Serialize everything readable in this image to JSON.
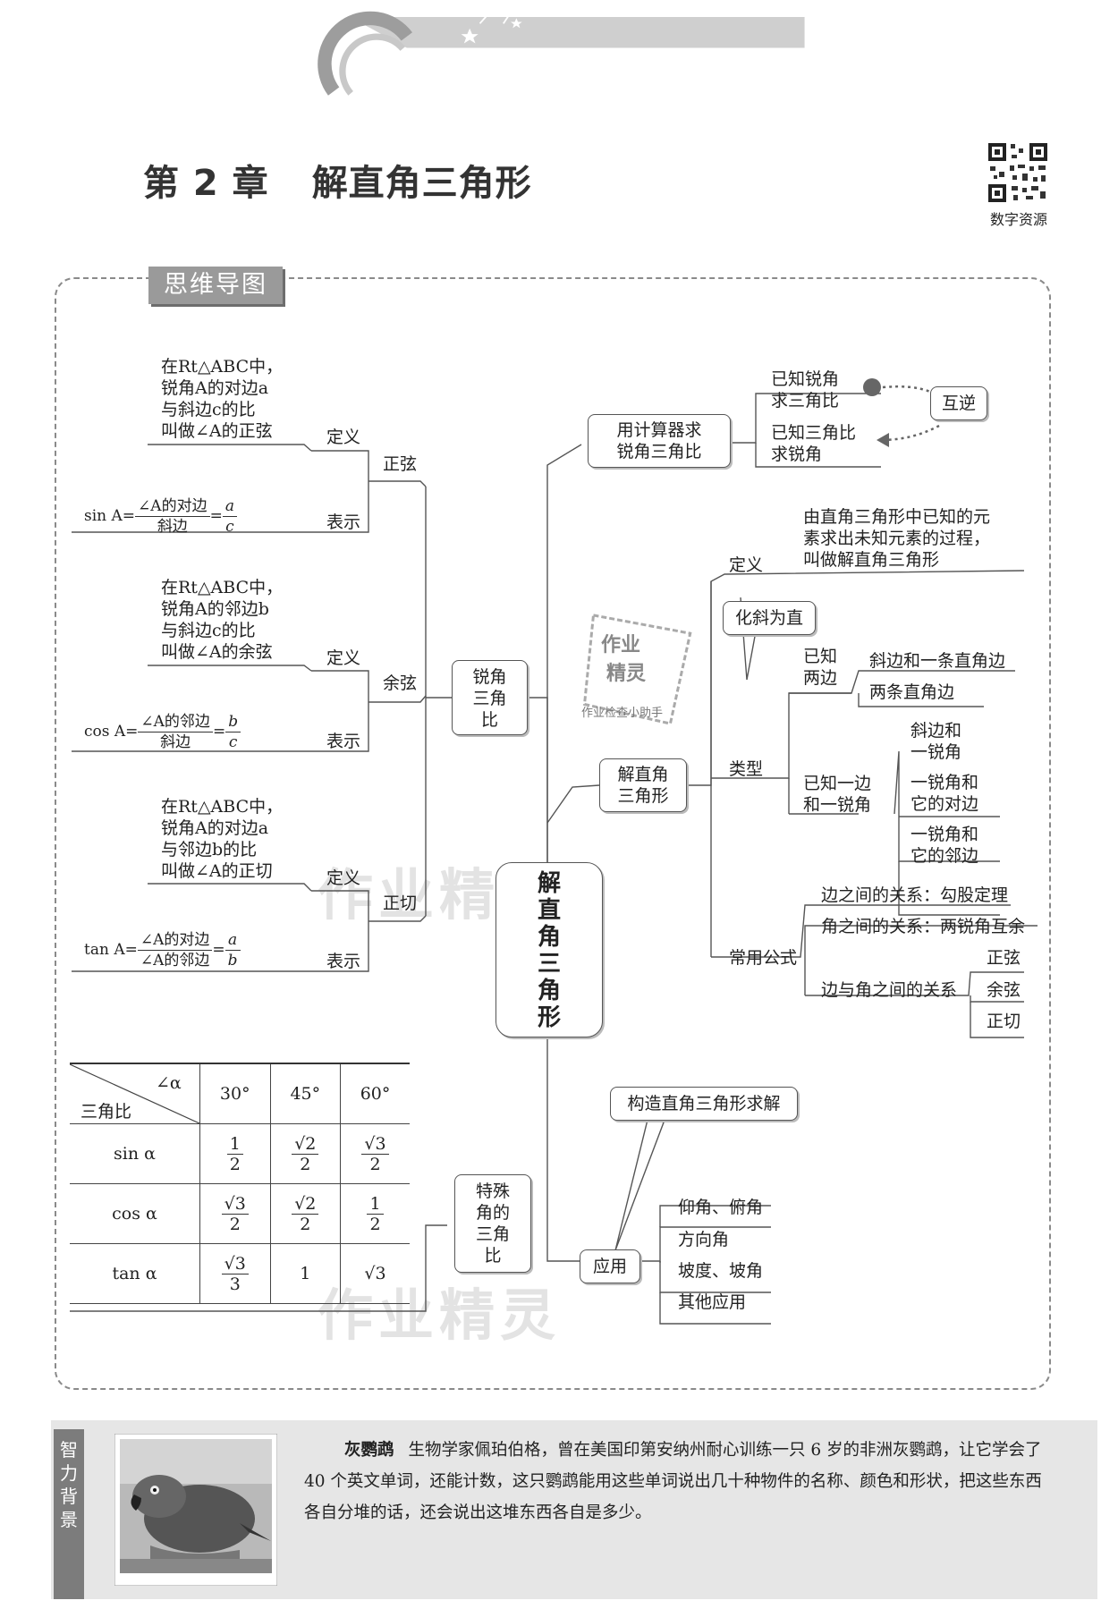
{
  "header": {
    "chapter_no": "第 2 章",
    "chapter_title": "解直角三角形",
    "qr_caption": "数字资源"
  },
  "mindmap": {
    "tab_label": "思维导图",
    "center": [
      "解",
      "直",
      "角",
      "三",
      "角",
      "形"
    ],
    "left": {
      "branch_label": [
        "锐角",
        "三角",
        "比"
      ],
      "sine": {
        "label": "正弦",
        "definition_tag": "定义",
        "definition": [
          "在Rt△ABC中，",
          "锐角A的对边a",
          "与斜边c的比",
          "叫做∠A的正弦"
        ],
        "notation_tag": "表示",
        "formula_lhs": "sin A=",
        "formula_num": "∠A的对边",
        "formula_den": "斜边",
        "formula_eq": "=",
        "formula_rnum": "a",
        "formula_rden": "c"
      },
      "cosine": {
        "label": "余弦",
        "definition_tag": "定义",
        "definition": [
          "在Rt△ABC中，",
          "锐角A的邻边b",
          "与斜边c的比",
          "叫做∠A的余弦"
        ],
        "notation_tag": "表示",
        "formula_lhs": "cos A=",
        "formula_num": "∠A的邻边",
        "formula_den": "斜边",
        "formula_eq": "=",
        "formula_rnum": "b",
        "formula_rden": "c"
      },
      "tangent": {
        "label": "正切",
        "definition_tag": "定义",
        "definition": [
          "在Rt△ABC中，",
          "锐角A的对边a",
          "与邻边b的比",
          "叫做∠A的正切"
        ],
        "notation_tag": "表示",
        "formula_lhs": "tan A=",
        "formula_num": "∠A的对边",
        "formula_den": "∠A的邻边",
        "formula_eq": "=",
        "formula_rnum": "a",
        "formula_rden": "b"
      },
      "special": {
        "label": [
          "特殊",
          "角的",
          "三角",
          "比"
        ],
        "table": {
          "corner_top": "∠α",
          "corner_bottom": "三角比",
          "headers": [
            "30°",
            "45°",
            "60°"
          ],
          "rows": [
            {
              "name": "sin α",
              "cells": [
                [
                  "1",
                  "2"
                ],
                [
                  "√2",
                  "2"
                ],
                [
                  "√3",
                  "2"
                ]
              ]
            },
            {
              "name": "cos α",
              "cells": [
                [
                  "√3",
                  "2"
                ],
                [
                  "√2",
                  "2"
                ],
                [
                  "1",
                  "2"
                ]
              ]
            },
            {
              "name": "tan α",
              "cells": [
                [
                  "√3",
                  "3"
                ],
                [
                  "1",
                  ""
                ],
                [
                  "√3",
                  ""
                ]
              ]
            }
          ]
        }
      }
    },
    "right": {
      "calculator": {
        "label": [
          "用计算器求",
          "锐角三角比"
        ],
        "item1": [
          "已知锐角",
          "求三角比"
        ],
        "item2": [
          "已知三角比",
          "求锐角"
        ],
        "inverse": "互逆"
      },
      "solve": {
        "label": [
          "解直角",
          "三角形"
        ],
        "definition_tag": "定义",
        "definition": [
          "由直角三角形中已知的元",
          "素求出未知元素的过程，",
          "叫做解直角三角形"
        ],
        "method": "化斜为直",
        "types_tag": "类型",
        "two_sides": [
          "已知",
          "两边"
        ],
        "two_sides_items": [
          "斜边和一条直角边",
          "两条直角边"
        ],
        "side_angle": [
          "已知一边",
          "和一锐角"
        ],
        "side_angle_items": [
          [
            "斜边和",
            "一锐角"
          ],
          [
            "一锐角和",
            "它的对边"
          ],
          [
            "一锐角和",
            "它的邻边"
          ]
        ],
        "formulas_tag": "常用公式",
        "rel_sides": "边之间的关系：勾股定理",
        "rel_angles": "角之间的关系：两锐角互余",
        "rel_side_angle": "边与角之间的关系",
        "rel_items": [
          "正弦",
          "余弦",
          "正切"
        ]
      },
      "application": {
        "label": "应用",
        "construct": "构造直角三角形求解",
        "items": [
          "仰角、俯角",
          "方向角",
          "坡度、坡角",
          "其他应用"
        ]
      }
    },
    "stamp": [
      "作业",
      "精灵",
      "作业检查小助手"
    ],
    "watermarks": [
      "作业精灵",
      "作业精灵"
    ]
  },
  "background": {
    "side_label": [
      "智",
      "力",
      "背",
      "景"
    ],
    "title": "灰鹦鹉",
    "text": "生物学家佩珀伯格，曾在美国印第安纳州耐心训练一只 6 岁的非洲灰鹦鹉，让它学会了 40 个英文单词，还能计数，这只鹦鹉能用这些单词说出几十种物件的名称、颜色和形状，把这些东西各自分堆的话，还会说出这堆东西各自是多少。"
  }
}
